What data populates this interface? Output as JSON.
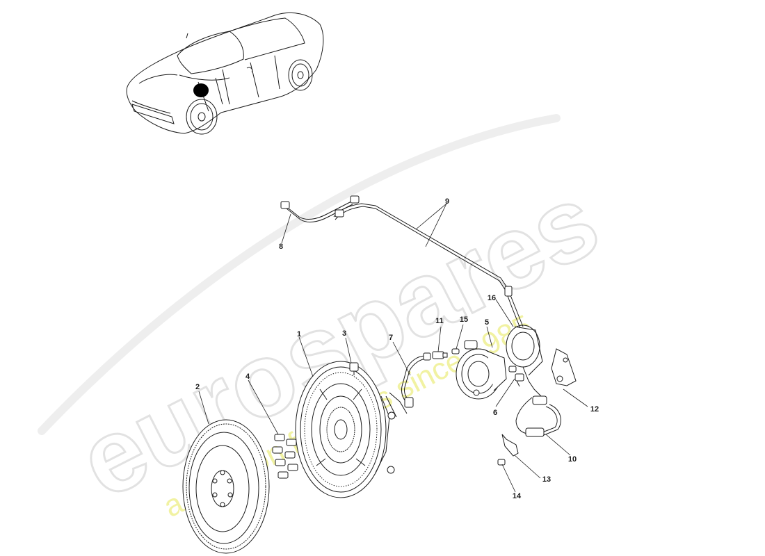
{
  "watermark": {
    "brand": "eurospares",
    "tagline": "a passion for parts since 1985",
    "brand_color": "#e6e6e6",
    "tagline_color": "#f1f2a2"
  },
  "callouts": [
    {
      "id": "p1",
      "label": "1"
    },
    {
      "id": "p2",
      "label": "2"
    },
    {
      "id": "p3",
      "label": "3"
    },
    {
      "id": "p4",
      "label": "4"
    },
    {
      "id": "p5",
      "label": "5"
    },
    {
      "id": "p6",
      "label": "6"
    },
    {
      "id": "p7",
      "label": "7"
    },
    {
      "id": "p8",
      "label": "8"
    },
    {
      "id": "p9",
      "label": "9"
    },
    {
      "id": "p10",
      "label": "10"
    },
    {
      "id": "p11",
      "label": "11"
    },
    {
      "id": "p12",
      "label": "12"
    },
    {
      "id": "p13",
      "label": "13"
    },
    {
      "id": "p14",
      "label": "14"
    },
    {
      "id": "p15",
      "label": "15"
    },
    {
      "id": "p16",
      "label": "16"
    }
  ],
  "colors": {
    "line": "#1a1a1a",
    "highlight": "#000000"
  }
}
